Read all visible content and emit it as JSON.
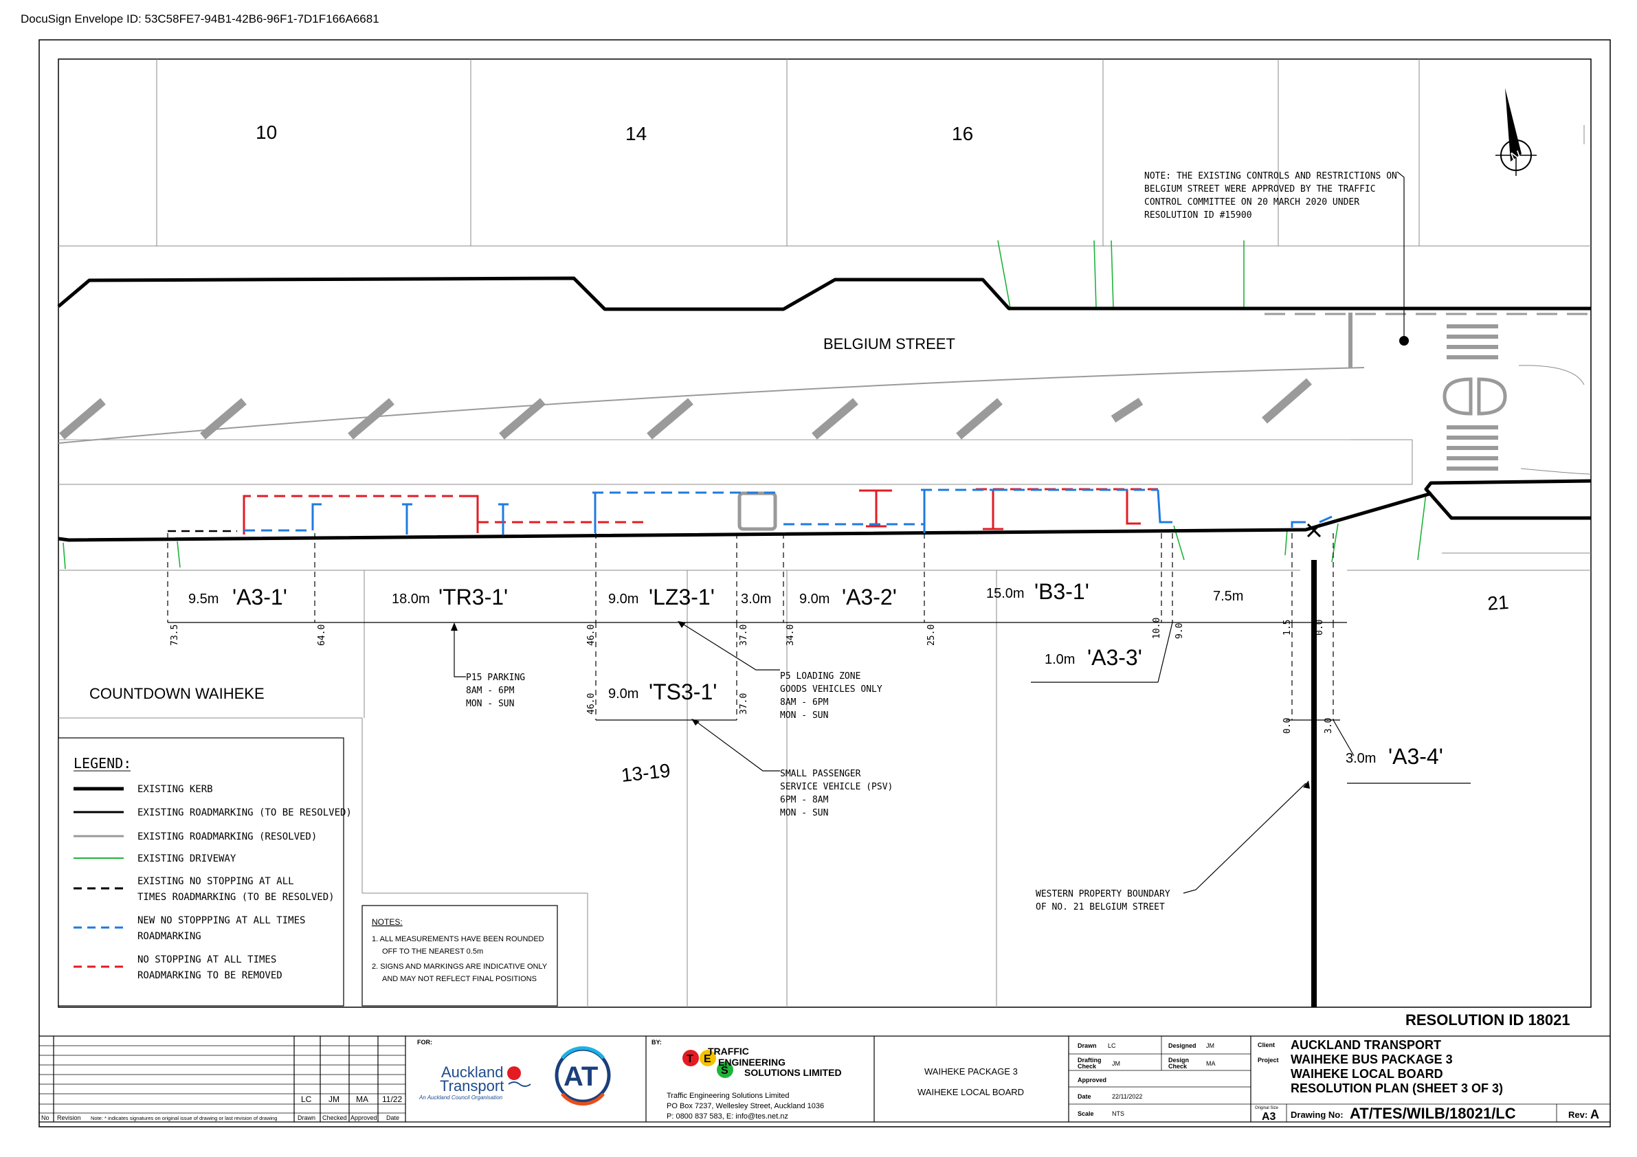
{
  "envelope_id": "DocuSign Envelope ID: 53C58FE7-94B1-42B6-96F1-7D1F166A6681",
  "property_numbers": {
    "p10": "10",
    "p14": "14",
    "p16": "16",
    "p21": "21",
    "p1319": "13-19"
  },
  "street_name": "BELGIUM STREET",
  "store_name": "COUNTDOWN WAIHEKE",
  "note_top": [
    "NOTE: THE EXISTING CONTROLS AND RESTRICTIONS ON",
    "BELGIUM STREET WERE APPROVED BY THE TRAFFIC",
    "CONTROL COMMITTEE ON 20 MARCH 2020 UNDER",
    "RESOLUTION ID #15900"
  ],
  "segments": {
    "a31": {
      "len": "9.5m",
      "code": "'A3-1'"
    },
    "tr31": {
      "len": "18.0m",
      "code": "'TR3-1'"
    },
    "lz31": {
      "len": "9.0m",
      "code": "'LZ3-1'"
    },
    "gap": {
      "len": "3.0m"
    },
    "a32": {
      "len": "9.0m",
      "code": "'A3-2'"
    },
    "b31": {
      "len": "15.0m",
      "code": "'B3-1'"
    },
    "end": {
      "len": "7.5m"
    },
    "a33": {
      "len": "1.0m",
      "code": "'A3-3'"
    },
    "ts31": {
      "len": "9.0m",
      "code": "'TS3-1'"
    },
    "a34": {
      "len": "3.0m",
      "code": "'A3-4'"
    }
  },
  "chainages": {
    "c735": "73.5",
    "c640": "64.0",
    "c460": "46.0",
    "c370": "37.0",
    "c340": "34.0",
    "c250": "25.0",
    "c100": "10.0",
    "c90": "9.0",
    "c15": "1.5",
    "c00": "0.0",
    "c460b": "46.0",
    "c370b": "37.0",
    "c00b": "0.0",
    "c30": "3.0"
  },
  "callouts": {
    "p15": [
      "P15 PARKING",
      "8AM - 6PM",
      "MON - SUN"
    ],
    "p5": [
      "P5 LOADING ZONE",
      "GOODS VEHICLES ONLY",
      "8AM - 6PM",
      "MON - SUN"
    ],
    "psv": [
      "SMALL PASSENGER",
      "SERVICE VEHICLE (PSV)",
      "6PM - 8AM",
      "MON - SUN"
    ],
    "boundary": [
      "WESTERN PROPERTY BOUNDARY",
      "OF NO. 21 BELGIUM STREET"
    ]
  },
  "legend": {
    "title": "LEGEND:",
    "items": [
      {
        "label": [
          "EXISTING KERB"
        ]
      },
      {
        "label": [
          "EXISTING ROADMARKING (TO BE RESOLVED)"
        ]
      },
      {
        "label": [
          "EXISTING ROADMARKING (RESOLVED)"
        ]
      },
      {
        "label": [
          "EXISTING DRIVEWAY"
        ]
      },
      {
        "label": [
          "EXISTING NO STOPPING AT ALL",
          "TIMES ROADMARKING (TO BE RESOLVED)"
        ]
      },
      {
        "label": [
          "NEW NO STOPPPING AT ALL TIMES",
          "ROADMARKING"
        ]
      },
      {
        "label": [
          "NO STOPPING AT ALL TIMES",
          "ROADMARKING TO BE REMOVED"
        ]
      }
    ]
  },
  "notes": {
    "title": "NOTES:",
    "n1": [
      "1.  ALL MEASUREMENTS HAVE BEEN ROUNDED",
      "OFF TO THE NEAREST 0.5m"
    ],
    "n2": [
      "2.  SIGNS AND MARKINGS ARE INDICATIVE ONLY",
      "AND MAY NOT REFLECT FINAL POSITIONS"
    ]
  },
  "resolution_id": "RESOLUTION ID 18021",
  "title_block": {
    "rev_headers": {
      "no": "No",
      "revision": "Revision",
      "note": "Note: * indicates signatures on original issue of drawing or last revision of drawing",
      "drawn": "Drawn",
      "checked": "Checked",
      "approved": "Approved",
      "date": "Date"
    },
    "rev_values": {
      "drawn": "LC",
      "checked": "JM",
      "approved": "MA",
      "date": "11/22"
    },
    "for_label": "FOR:",
    "by_label": "BY:",
    "at_name": [
      "Auckland",
      "Transport"
    ],
    "at_sub": "An Auckland Council Organisation",
    "at_logo": "AT",
    "tes_name": [
      "TRAFFIC",
      "ENGINEERING",
      "SOLUTIONS LIMITED"
    ],
    "tes_letters": [
      "T",
      "E",
      "S"
    ],
    "tes_address": [
      "Traffic Engineering Solutions Limited",
      "PO Box 7237, Wellesley Street, Auckland 1036",
      "P: 0800 837 583, E: info@tes.net.nz"
    ],
    "package": [
      "WAIHEKE PACKAGE 3",
      "WAIHEKE LOCAL BOARD"
    ],
    "drawn_label": "Drawn",
    "drawn_val": "LC",
    "designed_label": "Designed",
    "designed_val": "JM",
    "drafting_label": [
      "Drafting",
      "Check"
    ],
    "drafting_val": "JM",
    "design_check_label": [
      "Design",
      "Check"
    ],
    "design_check_val": "MA",
    "approved_label": "Approved",
    "date_label": "Date",
    "date_val": "22/11/2022",
    "scale_label": "Scale",
    "scale_val": "NTS",
    "client_label": "Client",
    "client_val": "AUCKLAND TRANSPORT",
    "project_label": "Project",
    "project_lines": [
      "WAIHEKE BUS PACKAGE 3",
      "WAIHEKE LOCAL BOARD",
      "RESOLUTION PLAN (SHEET 3 OF 3)"
    ],
    "orig_size_label": [
      "Original Size"
    ],
    "orig_size_val": "A3",
    "drawing_no_label": "Drawing No:",
    "drawing_no_val": "AT/TES/WILB/18021/LC",
    "rev_label": "Rev:",
    "rev_val": "A"
  },
  "colors": {
    "kerb": "#000000",
    "resolved": "#9a9a9a",
    "driveway": "#1fb33a",
    "new_nsaat": "#1f7ae0",
    "removed": "#e31b23"
  }
}
